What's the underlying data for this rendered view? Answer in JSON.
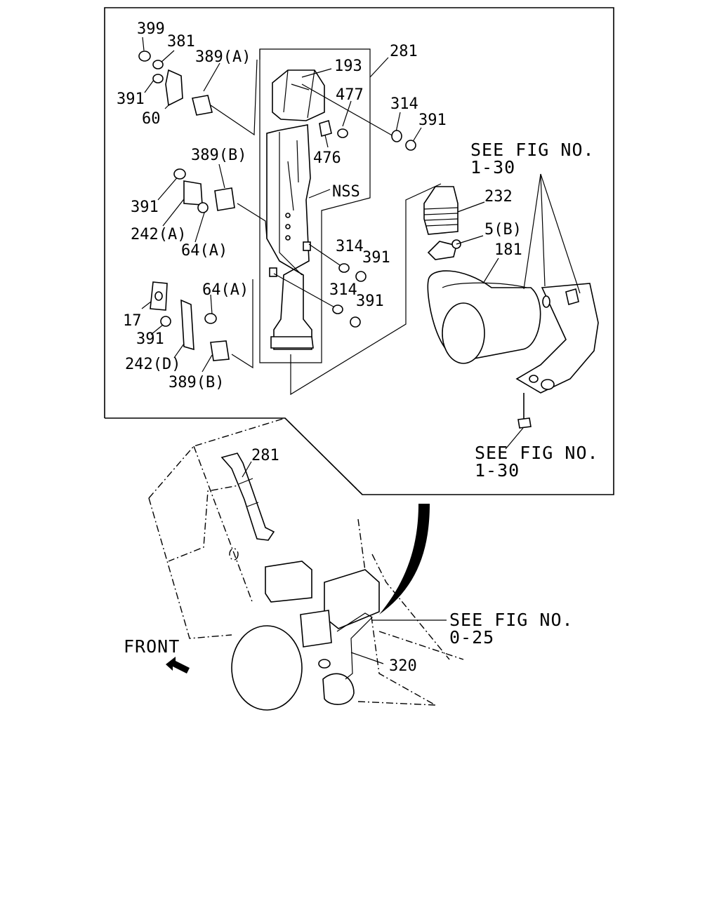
{
  "labels": {
    "p399": "399",
    "p381": "381",
    "p389a": "389(A)",
    "p391_a": "391",
    "p60": "60",
    "p193": "193",
    "p281_top": "281",
    "p477": "477",
    "p314_a": "314",
    "p391_b": "391",
    "p476": "476",
    "p389b_top": "389(B)",
    "p391_c": "391",
    "p242a": "242(A)",
    "p64a_top": "64(A)",
    "nss": "NSS",
    "p314_b": "314",
    "p391_d": "391",
    "p314_c": "314",
    "p391_e": "391",
    "p64a_mid": "64(A)",
    "p17": "17",
    "p391_f": "391",
    "p242d": "242(D)",
    "p389b_bot": "389(B)",
    "p232": "232",
    "p5b": "5(B)",
    "p181": "181",
    "p281_lower": "281",
    "p320": "320"
  },
  "refs": {
    "see_fig_1": "SEE FIG NO.",
    "see_fig_1_num": "1-30",
    "see_fig_2": "SEE FIG NO.",
    "see_fig_2_num": "1-30",
    "see_fig_3": "SEE FIG NO.",
    "see_fig_3_num": "0-25"
  },
  "front_label": "FRONT",
  "icons": {
    "front_arrow": "arrow-left-icon"
  }
}
